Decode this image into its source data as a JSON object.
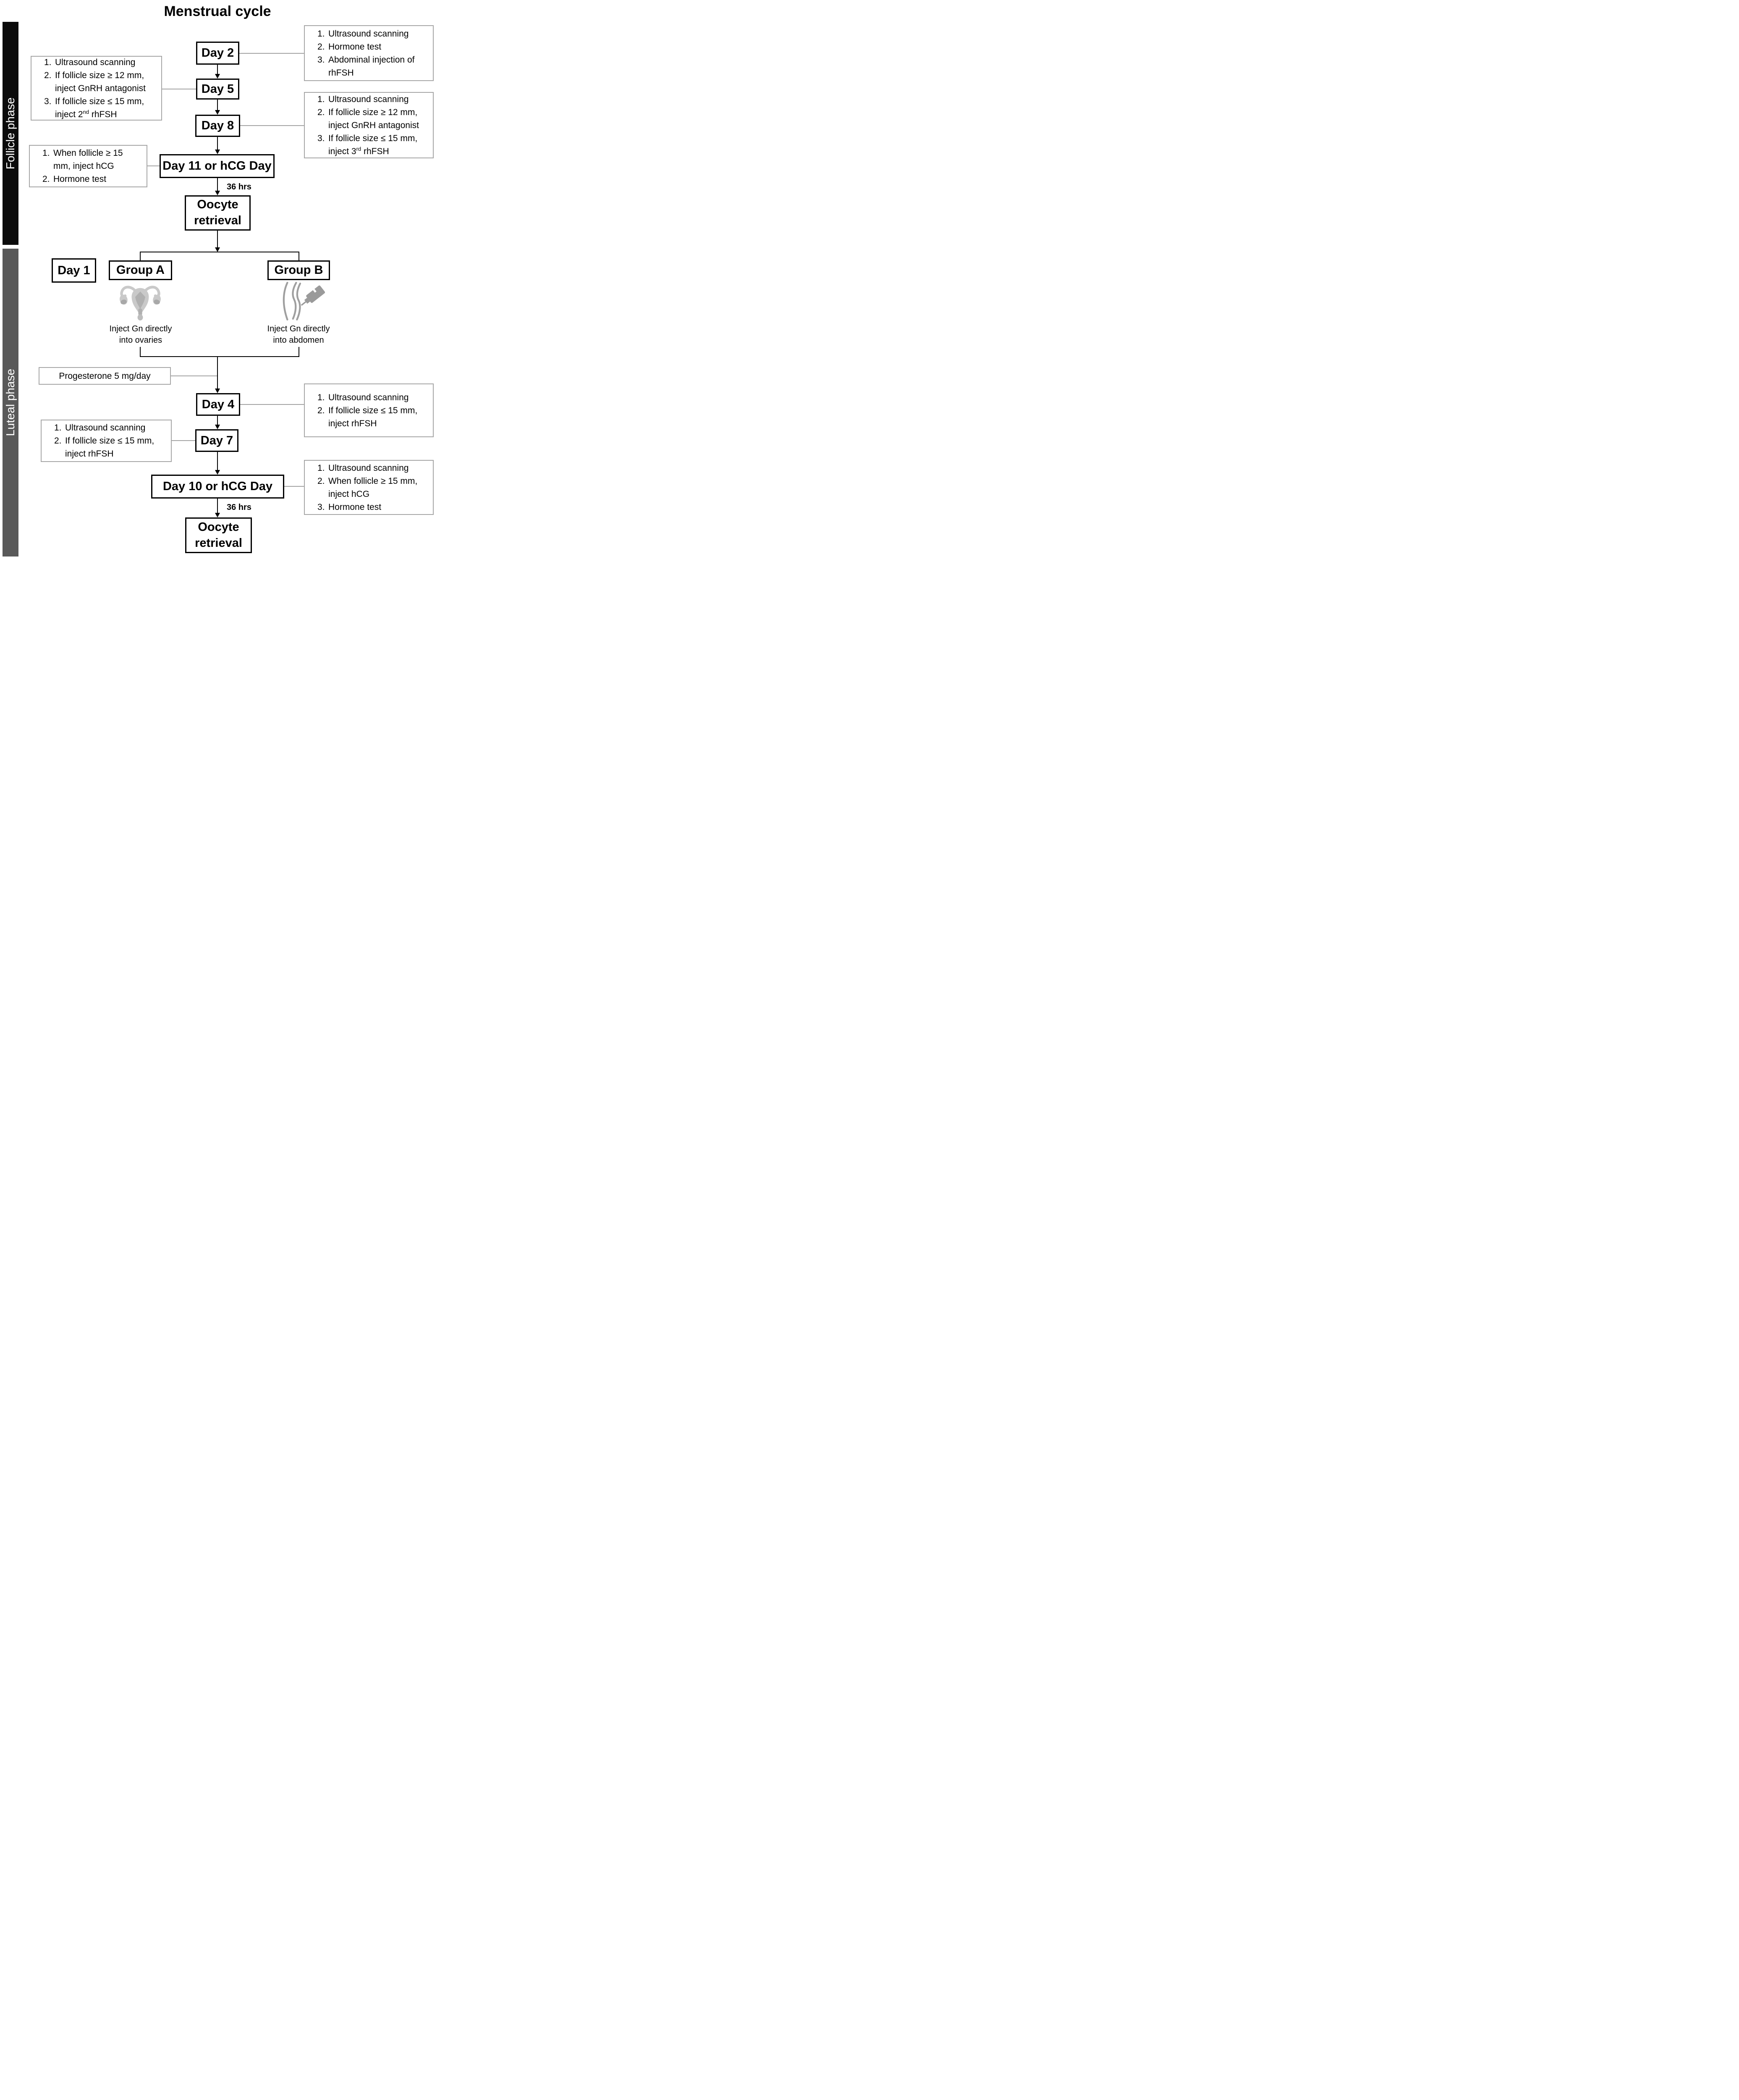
{
  "title": "Menstrual cycle",
  "phase_bars": {
    "follicle": {
      "label": "Follicle phase",
      "color": "#0b0b0b"
    },
    "luteal": {
      "label": "Luteal phase",
      "color": "#595959"
    }
  },
  "flow": {
    "day2": "Day 2",
    "day5": "Day 5",
    "day8": "Day 8",
    "day11": "Day 11 or hCG Day",
    "interval_top": "36 hrs",
    "oocyte_retrieval_top": "Oocyte retrieval",
    "day1": "Day 1",
    "group_a": "Group A",
    "group_b": "Group B",
    "group_a_caption": "Inject Gn directly into ovaries",
    "group_b_caption": "Inject Gn directly into abdomen",
    "progesterone": "Progesterone 5 mg/day",
    "day4": "Day 4",
    "day7": "Day 7",
    "day10": "Day 10 or hCG Day",
    "interval_bottom": "36 hrs",
    "oocyte_retrieval_bottom": "Oocyte retrieval"
  },
  "notes": {
    "day2_right": {
      "items": [
        {
          "n": "1.",
          "text": "Ultrasound scanning"
        },
        {
          "n": "2.",
          "text": "Hormone test"
        },
        {
          "n": "3.",
          "text": "Abdominal injection of rhFSH"
        }
      ]
    },
    "day5_left": {
      "items": [
        {
          "n": "1.",
          "text": "Ultrasound scanning"
        },
        {
          "n": "2.",
          "text": "If follicle size ≥ 12 mm, inject GnRH antagonist"
        },
        {
          "n": "3.",
          "pre": "If follicle size ≤ 15 mm, inject 2",
          "sup": "nd",
          "post": " rhFSH"
        }
      ]
    },
    "day8_right": {
      "items": [
        {
          "n": "1.",
          "text": "Ultrasound scanning"
        },
        {
          "n": "2.",
          "text": "If follicle size ≥ 12 mm, inject GnRH antagonist"
        },
        {
          "n": "3.",
          "pre": "If follicle size ≤ 15 mm, inject 3",
          "sup": "rd",
          "post": " rhFSH"
        }
      ]
    },
    "day11_left": {
      "items": [
        {
          "n": "1.",
          "text": "When follicle ≥ 15 mm, inject hCG"
        },
        {
          "n": "2.",
          "text": "Hormone test"
        }
      ]
    },
    "day4_right": {
      "items": [
        {
          "n": "1.",
          "text": "Ultrasound scanning"
        },
        {
          "n": "2.",
          "text": "If follicle size ≤ 15 mm, inject rhFSH"
        }
      ]
    },
    "day7_left": {
      "items": [
        {
          "n": "1.",
          "text": "Ultrasound scanning"
        },
        {
          "n": "2.",
          "text": "If follicle size ≤ 15 mm, inject rhFSH"
        }
      ]
    },
    "day10_right": {
      "items": [
        {
          "n": "1.",
          "text": "Ultrasound scanning"
        },
        {
          "n": "2.",
          "text": "When follicle ≥ 15 mm, inject hCG"
        },
        {
          "n": "3.",
          "text": "Hormone test"
        }
      ]
    }
  },
  "icons": {
    "group_a": "uterus-ovaries-icon",
    "group_b": "abdomen-injection-icon"
  },
  "colors": {
    "flow_border": "#000000",
    "note_border": "#a6a6a6",
    "connector_gray": "#a3a3a3",
    "icon_gray": "#c9c9c9",
    "pen_gray": "#9a9a9a"
  }
}
